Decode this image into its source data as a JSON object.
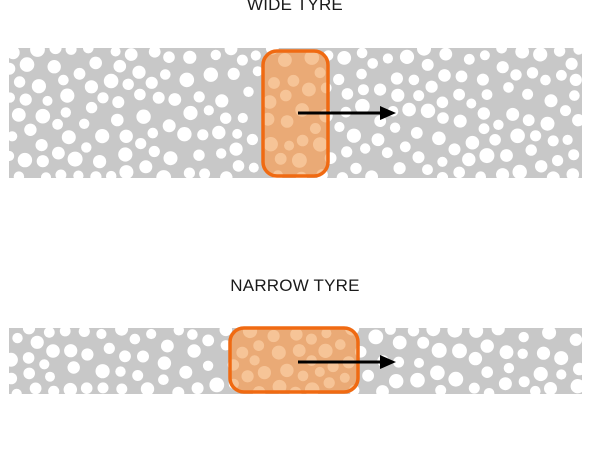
{
  "panels": [
    {
      "id": "wide",
      "label": "WIDE TYRE",
      "contact_patch": "wide-and-short",
      "direction_of_travel": "right"
    },
    {
      "id": "narrow",
      "label": "NARROW TYRE",
      "contact_patch": "narrow-and-long",
      "direction_of_travel": "right"
    }
  ],
  "colors": {
    "road": "#c8c8c8",
    "aggregate": "#ffffff",
    "patch_fill": "#f0a467",
    "patch_stroke": "#f06a12",
    "arrow": "#000000",
    "text": "#1a1a1a"
  },
  "icons": {
    "arrow": "arrow-right-icon"
  }
}
